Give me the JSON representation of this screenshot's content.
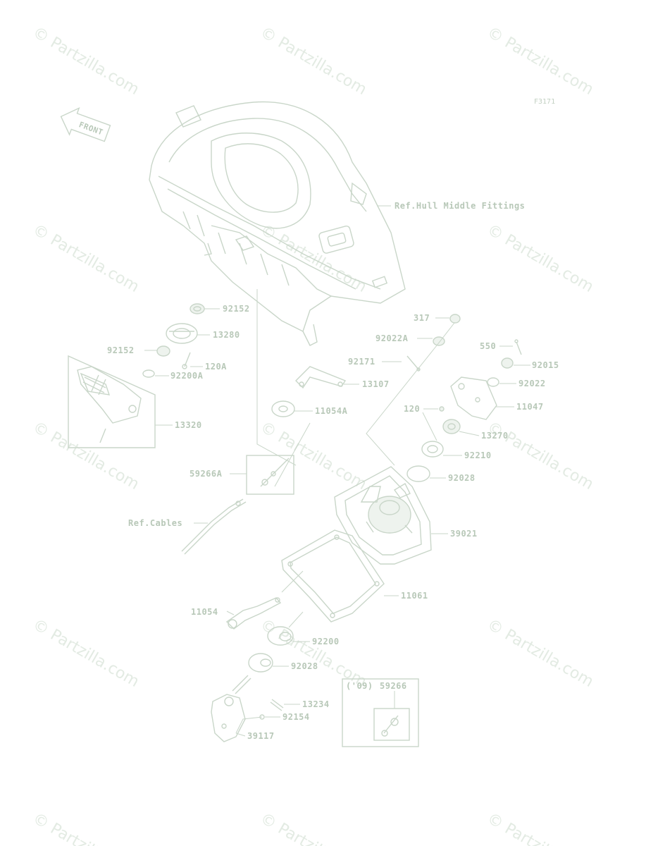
{
  "figure_code": "F3171",
  "front_label": "FRONT",
  "watermark": "© Partzilla.com",
  "refs": {
    "hull": "Ref.Hull Middle Fittings",
    "cables": "Ref.Cables"
  },
  "inset": {
    "years": "('09)",
    "part": "59266"
  },
  "parts": {
    "p92152a": "92152",
    "p13280": "13280",
    "p92152b": "92152",
    "p120a": "120A",
    "p92200a": "92200A",
    "p13320": "13320",
    "p317": "317",
    "p92022a": "92022A",
    "p92171": "92171",
    "p13107": "13107",
    "p11054a": "11054A",
    "p550": "550",
    "p92015": "92015",
    "p92022": "92022",
    "p120": "120",
    "p11047": "11047",
    "p13270": "13270",
    "p92210": "92210",
    "p92028a": "92028",
    "p59266a": "59266A",
    "p39021": "39021",
    "p11061": "11061",
    "p11054": "11054",
    "p92200": "92200",
    "p92028b": "92028",
    "p13234": "13234",
    "p92154": "92154",
    "p39117": "39117"
  }
}
